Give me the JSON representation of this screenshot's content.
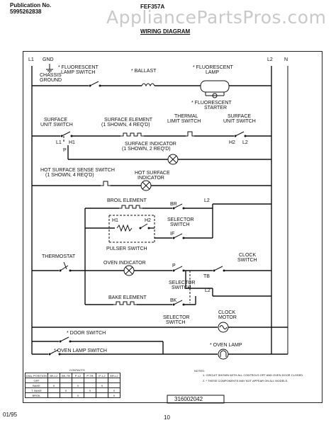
{
  "header": {
    "publication_label": "Publication No.",
    "publication_number": "5995262838",
    "model": "FEF357A",
    "watermark": "AppliancePartsPros.com",
    "title": "WIRING DIAGRAM"
  },
  "terminals": {
    "l1": "L1",
    "gnd": "GND",
    "l2": "L2",
    "n": "N"
  },
  "labels": {
    "chassis_ground": "CHASSIS\nGROUND",
    "fluorescent_lamp_switch": "FLUORESCENT\nLAMP SWITCH",
    "ballast": "BALLAST",
    "fluorescent_lamp": "FLUORESCENT\nLAMP",
    "fluorescent_starter": "FLUORESCENT\nSTARTER",
    "surface_unit_switch_left": "SURFACE\nUNIT SWITCH",
    "surface_element": "SURFACE ELEMENT\n(1 SHOWN, 4 REQ'D)",
    "thermal_limit_switch": "THERMAL\nLIMIT SWITCH",
    "surface_unit_switch_right": "SURFACE\nUNIT SWITCH",
    "surface_indicator": "SURFACE INDICATOR\n(1 SHOWN, 2 REQ'D)",
    "sw_l1": "L1",
    "sw_h1": "H1",
    "sw_p": "P",
    "sw_h2": "H2",
    "sw_l2": "L2",
    "hot_surface_sense_switch": "HOT SURFACE SENSE SWITCH\n(1 SHOWN, 4 REQ'D)",
    "hot_surface_indicator": "HOT SURFACE\nINDICATOR",
    "broil_element": "BROIL ELEMENT",
    "br": "BR",
    "l2_broil": "L2",
    "selector_switch_1": "SELECTOR\nSWITCH",
    "pulser_h1": "H1",
    "pulser_h2": "H2",
    "pulser_switch": "PULSER SWITCH",
    "if_label": "IF",
    "thermostat": "THERMOSTAT",
    "oven_indicator": "OVEN INDICATOR",
    "p_label": "P",
    "tb": "TB",
    "clock_switch": "CLOCK\nSWITCH",
    "selector_switch_2": "SELECTOR\nSWITCH",
    "l2_lower": "L2",
    "bake_element": "BAKE ELEMENT",
    "bk": "BK",
    "selector_switch_3": "SELECTOR\nSWITCH",
    "clock_motor": "CLOCK\nMOTOR",
    "door_switch": "DOOR SWITCH",
    "oven_lamp_switch": "OVEN LAMP SWITCH",
    "oven_lamp": "OVEN LAMP"
  },
  "legend": {
    "headers": [
      "DIAL POSITION",
      "CONTACTS",
      "BK-L2",
      "BK-TB",
      "P-L2",
      "P-TB",
      "IF-L2",
      "BR-L2"
    ],
    "rows": [
      [
        "OFF",
        "",
        "",
        "",
        "",
        "",
        ""
      ],
      [
        "BAKE",
        "X",
        "",
        "X",
        "",
        "X",
        ""
      ],
      [
        "T. BAKE",
        "",
        "X",
        "",
        "X",
        "",
        "X"
      ],
      [
        "BROIL",
        "",
        "",
        "X",
        "",
        "",
        "X"
      ]
    ]
  },
  "notes": {
    "title": "NOTES:",
    "note1": "1. CIRCUIT SHOWN WITH ALL CONTROLS OFF AND OVEN DOOR CLOSED.",
    "note2": "2. * THESE COMPONENTS MAY NOT APPEAR ON ALL MODELS."
  },
  "footer": {
    "part_number": "316002042",
    "date": "01/95",
    "page": "10"
  }
}
